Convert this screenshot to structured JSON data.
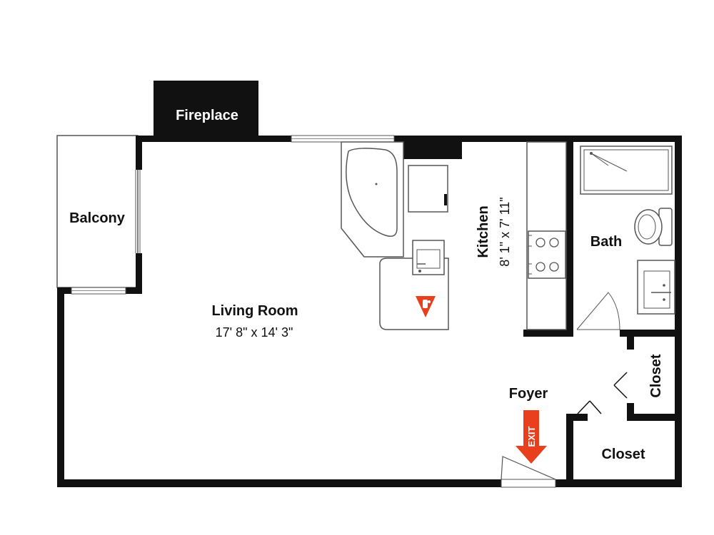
{
  "plan": {
    "rooms": {
      "fireplace": "Fireplace",
      "balcony": "Balcony",
      "living_room": {
        "name": "Living Room",
        "dimensions": "17' 8\" x 14' 3\""
      },
      "kitchen": {
        "name": "Kitchen",
        "dimensions": "8' 1\" x 7' 11\""
      },
      "bath": "Bath",
      "foyer": "Foyer",
      "closet_upper": "Closet",
      "closet_lower": "Closet"
    },
    "exit_sign": "EXIT"
  },
  "colors": {
    "wall": "#111111",
    "fixture_outline": "#555555",
    "exit_arrow": "#e8401c",
    "fire_marker": "#e8401c",
    "background": "#ffffff"
  }
}
